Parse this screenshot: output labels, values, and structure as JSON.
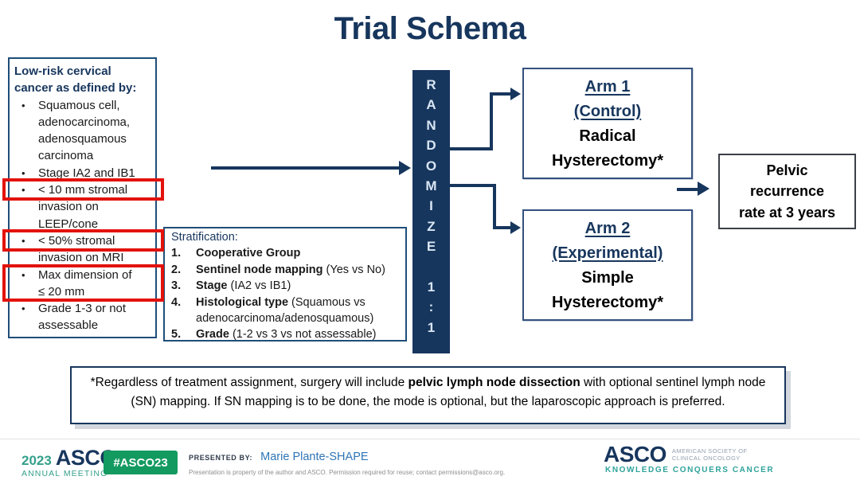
{
  "title": "Trial Schema",
  "colors": {
    "navy": "#17365D",
    "highlight_red": "#E3120B",
    "teal": "#35A08C",
    "badge_green": "#139A60",
    "presenter_blue": "#2E75B6"
  },
  "left_box": {
    "header": "Low-risk cervical\ncancer as defined by:",
    "items": [
      {
        "bullet": "•",
        "text": "Squamous cell,\nadenocarcinoma,\nadenosquamous\ncarcinoma",
        "highlighted": false
      },
      {
        "bullet": "•",
        "text": "Stage IA2 and IB1",
        "highlighted": false
      },
      {
        "bullet": "•",
        "text": "< 10 mm stromal\ninvasion on\nLEEP/cone",
        "highlighted": true
      },
      {
        "bullet": "•",
        "text": "< 50% stromal\ninvasion on MRI",
        "highlighted": true
      },
      {
        "bullet": "•",
        "text": "Max dimension of\n≤ 20 mm",
        "highlighted": true
      },
      {
        "bullet": "•",
        "text": "Grade 1-3 or not\nassessable",
        "highlighted": false
      }
    ]
  },
  "stratification": {
    "header": "Stratification:",
    "items": [
      {
        "num": "1.",
        "bold": "Cooperative Group",
        "normal": ""
      },
      {
        "num": "2.",
        "bold": "Sentinel node mapping",
        "normal": " (Yes vs No)"
      },
      {
        "num": "3.",
        "bold": "Stage",
        "normal": " (IA2 vs IB1)"
      },
      {
        "num": "4.",
        "bold": "Histological type",
        "normal": " (Squamous vs adenocarcinoma/adenosquamous)"
      },
      {
        "num": "5.",
        "bold": "Grade",
        "normal": " (1-2 vs 3 vs not assessable)"
      }
    ]
  },
  "randomize": {
    "text": "R\nA\nN\nD\nO\nM\nI\nZ\nE\n \n1\n:\n1",
    "ratio": "1:1"
  },
  "arms": {
    "arm1": {
      "title": "Arm 1",
      "subtitle": "(Control)",
      "treatment": "Radical\nHysterectomy*"
    },
    "arm2": {
      "title": "Arm 2",
      "subtitle": "(Experimental)",
      "treatment": "Simple\nHysterectomy*"
    }
  },
  "outcome": {
    "text": "Pelvic\nrecurrence\nrate at 3 years"
  },
  "footnote": {
    "pre": "*Regardless of treatment assignment, surgery will include ",
    "bold": "pelvic lymph node dissection",
    "post": " with optional sentinel lymph node (SN) mapping. If SN mapping is to be done, the mode is optional, but the laparoscopic approach is preferred."
  },
  "footer": {
    "year": "2023",
    "asco": "ASCO",
    "annual": "ANNUAL MEETING",
    "badge": "#ASCO23",
    "presented_label": "PRESENTED BY:",
    "presenter": "Marie Plante-SHAPE",
    "disclaimer": "Presentation is property of the author and ASCO. Permission required for reuse; contact permissions@asco.org.",
    "logo_asco": "ASCO",
    "logo_line1": "AMERICAN SOCIETY OF",
    "logo_line2": "CLINICAL ONCOLOGY",
    "tagline": "KNOWLEDGE CONQUERS CANCER"
  }
}
